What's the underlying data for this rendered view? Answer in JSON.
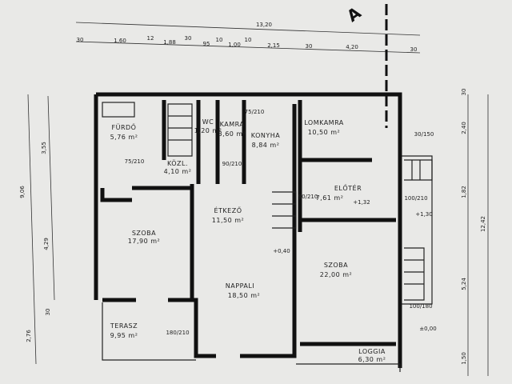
{
  "section_marker": "A",
  "rooms": [
    {
      "name": "FÜRDŐ",
      "area": "5,76 m²"
    },
    {
      "name": "KÖZL.",
      "area": "4,10 m²"
    },
    {
      "name": "WC",
      "area": "1,20 m²"
    },
    {
      "name": "KAMRA",
      "area": "3,60 m²"
    },
    {
      "name": "KONYHA",
      "area": "8,84 m²"
    },
    {
      "name": "LOMKAMRA",
      "area": "10,50 m²"
    },
    {
      "name": "ELŐTÉR",
      "area": "7,61 m²"
    },
    {
      "name": "ÉTKEZŐ",
      "area": "11,50 m²"
    },
    {
      "name": "SZOBA",
      "area": "17,90 m²"
    },
    {
      "name": "NAPPALI",
      "area": "18,50 m²"
    },
    {
      "name": "SZOBA",
      "area": "22,00 m²"
    },
    {
      "name": "TERASZ",
      "area": "9,95 m²"
    },
    {
      "name": "LOGGIA",
      "area": "6,30 m²"
    }
  ],
  "dimensions": {
    "top_total": "13,20",
    "top": [
      "30",
      "1,60",
      "12",
      "1,88",
      "30",
      "95",
      "10",
      "1,00",
      "10",
      "2,15",
      "30",
      "4,20",
      "30"
    ],
    "left_total": "9,06",
    "left": [
      "3,55",
      "4,29",
      "30",
      "2,76"
    ],
    "right_total": "12,42",
    "right": [
      "30",
      "2,40",
      "1,82",
      "5,24",
      "1,50"
    ]
  },
  "levels": [
    "+0,40",
    "+1,32",
    "+1,30",
    "±0,00"
  ],
  "openings": [
    "75/210",
    "75/210",
    "100/210",
    "180/210",
    "90/210",
    "30/150",
    "90/210",
    "100/180"
  ]
}
